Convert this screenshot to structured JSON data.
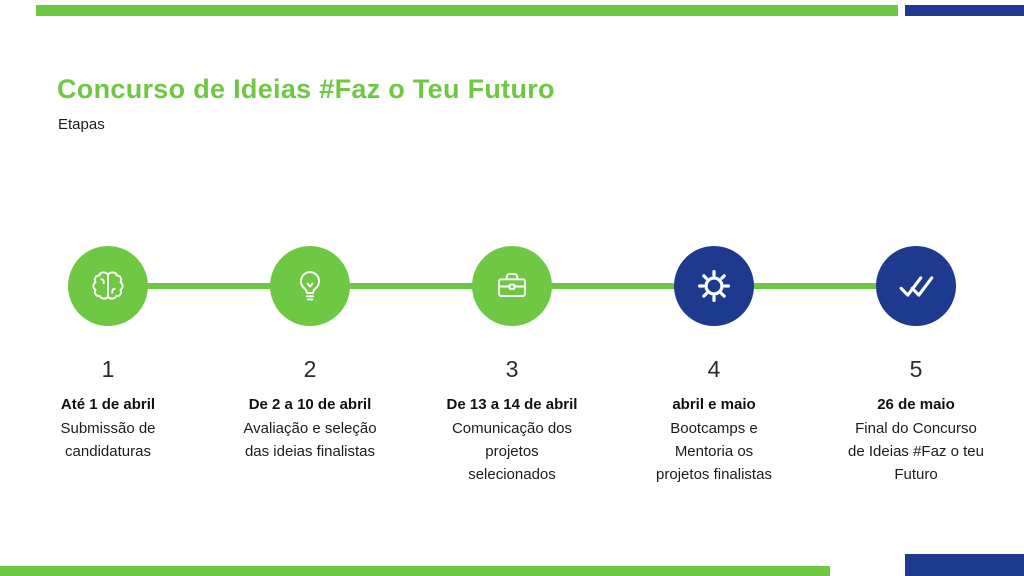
{
  "page": {
    "title": "Concurso de Ideias #Faz o Teu Futuro",
    "subtitle": "Etapas"
  },
  "colors": {
    "green": "#6fc843",
    "navy": "#1e3a8f"
  },
  "timeline": {
    "items": [
      {
        "number": "1",
        "date": "Até 1 de abril",
        "description": "Submissão de\ncandidaturas",
        "icon": "brain-icon",
        "circle_color": "green"
      },
      {
        "number": "2",
        "date": "De 2 a 10 de abril",
        "description": "Avaliação e seleção\ndas ideias finalistas",
        "icon": "lightbulb-icon",
        "circle_color": "green"
      },
      {
        "number": "3",
        "date": "De 13 a 14 de abril",
        "description": "Comunicação dos\nprojetos\nselecionados",
        "icon": "briefcase-icon",
        "circle_color": "green"
      },
      {
        "number": "4",
        "date": "abril e maio",
        "description": "Bootcamps e\nMentoria os\nprojetos finalistas",
        "icon": "gear-icon",
        "circle_color": "navy"
      },
      {
        "number": "5",
        "date": "26 de maio",
        "description": "Final do Concurso\nde Ideias #Faz o teu\nFuturo",
        "icon": "double-check-icon",
        "circle_color": "navy"
      }
    ]
  }
}
